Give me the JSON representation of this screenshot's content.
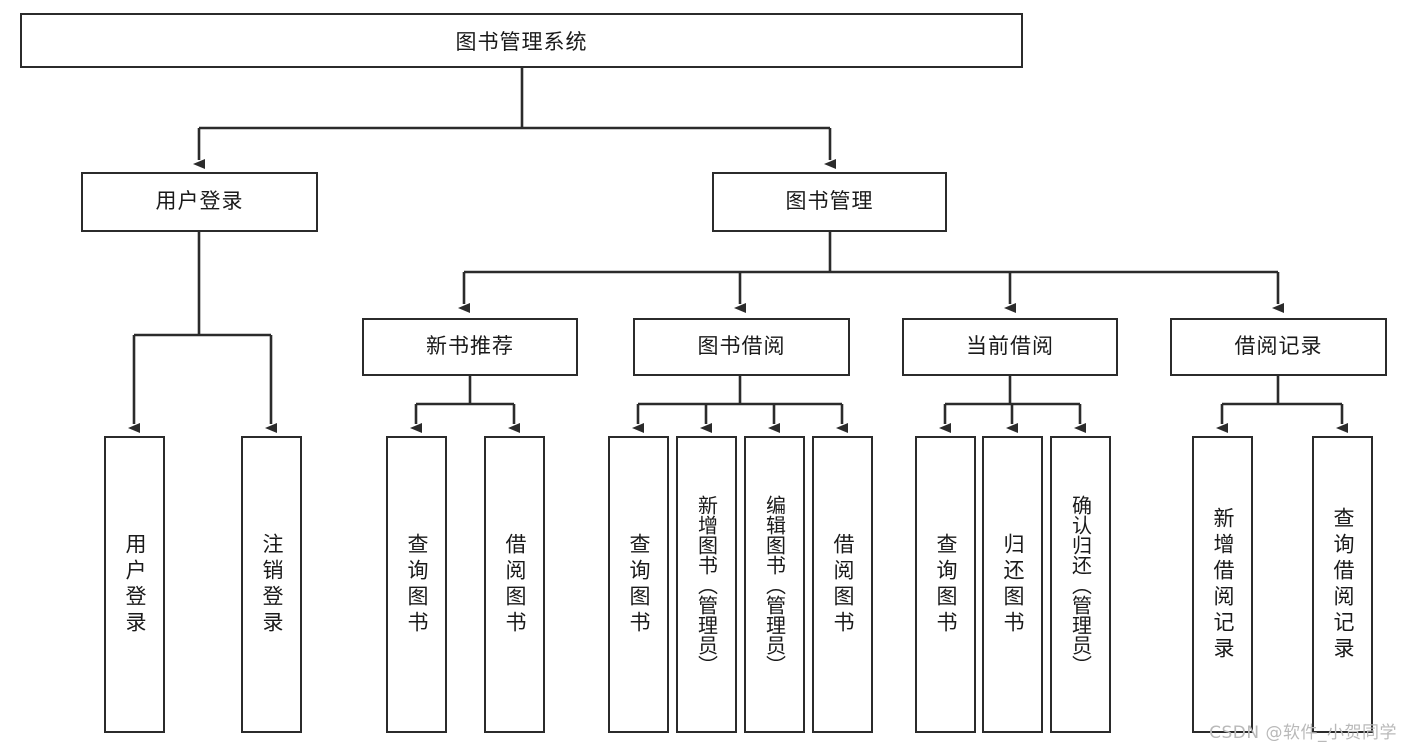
{
  "diagram": {
    "title": "图书管理系统",
    "type": "hierarchy-tree",
    "watermark": "CSDN @软件_小贺同学",
    "colors": {
      "box_border": "#2b2b2b",
      "box_fill": "#ffffff",
      "connector": "#2b2b2b",
      "text": "#1a1a1a",
      "watermark": "#b9b9b9"
    },
    "root": {
      "label": "图书管理系统"
    },
    "level2": [
      {
        "label": "用户登录"
      },
      {
        "label": "图书管理"
      }
    ],
    "level3": [
      {
        "label": "新书推荐"
      },
      {
        "label": "图书借阅"
      },
      {
        "label": "当前借阅"
      },
      {
        "label": "借阅记录"
      }
    ],
    "leaves": {
      "user_login": [
        {
          "label": "用户登录"
        },
        {
          "label": "注销登录"
        }
      ],
      "new_book": [
        {
          "label": "查询图书"
        },
        {
          "label": "借阅图书"
        }
      ],
      "book_borrow": [
        {
          "label": "查询图书"
        },
        {
          "label": "新增图书（管理员）"
        },
        {
          "label": "编辑图书（管理员）"
        },
        {
          "label": "借阅图书"
        }
      ],
      "current_borrow": [
        {
          "label": "查询图书"
        },
        {
          "label": "归还图书"
        },
        {
          "label": "确认归还（管理员）"
        }
      ],
      "borrow_record": [
        {
          "label": "新增借阅记录"
        },
        {
          "label": "查询借阅记录"
        }
      ]
    }
  }
}
